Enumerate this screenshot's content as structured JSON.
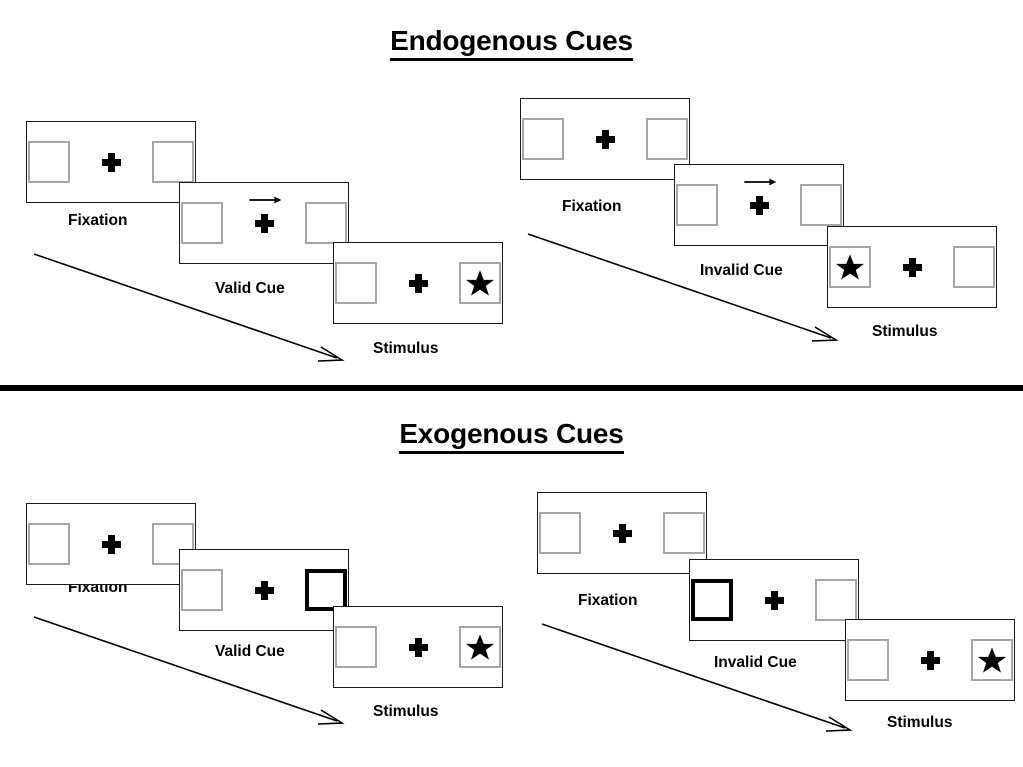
{
  "sections": [
    {
      "id": "endogenous",
      "title": "Endogenous Cues",
      "cue_type": "arrow",
      "columns": [
        {
          "id": "valid",
          "steps": [
            {
              "label": "Fixation",
              "left_box": "empty",
              "right_box": "empty",
              "cue": "none"
            },
            {
              "label": "Valid Cue",
              "left_box": "empty",
              "right_box": "empty",
              "cue": "arrow-right"
            },
            {
              "label": "Stimulus",
              "left_box": "empty",
              "right_box": "star",
              "cue": "none"
            }
          ]
        },
        {
          "id": "invalid",
          "steps": [
            {
              "label": "Fixation",
              "left_box": "empty",
              "right_box": "empty",
              "cue": "none"
            },
            {
              "label": "Invalid Cue",
              "left_box": "empty",
              "right_box": "empty",
              "cue": "arrow-right"
            },
            {
              "label": "Stimulus",
              "left_box": "star",
              "right_box": "empty",
              "cue": "none"
            }
          ]
        }
      ]
    },
    {
      "id": "exogenous",
      "title": "Exogenous Cues",
      "cue_type": "box-highlight",
      "columns": [
        {
          "id": "valid",
          "steps": [
            {
              "label": "Fixation",
              "left_box": "empty",
              "right_box": "empty",
              "cue": "none"
            },
            {
              "label": "Valid Cue",
              "left_box": "empty",
              "right_box": "cued",
              "cue": "highlight-right"
            },
            {
              "label": "Stimulus",
              "left_box": "empty",
              "right_box": "star",
              "cue": "none"
            }
          ]
        },
        {
          "id": "invalid",
          "steps": [
            {
              "label": "Fixation",
              "left_box": "empty",
              "right_box": "empty",
              "cue": "none"
            },
            {
              "label": "Invalid Cue",
              "left_box": "cued",
              "right_box": "empty",
              "cue": "highlight-left"
            },
            {
              "label": "Stimulus",
              "left_box": "empty",
              "right_box": "star",
              "cue": "none"
            }
          ]
        }
      ]
    }
  ],
  "icons": {
    "star": "star-icon",
    "fixation_cross": "fixation-cross-icon",
    "cue_arrow": "arrow-right-icon",
    "flow_arrow": "flow-arrow-icon"
  },
  "colors": {
    "stroke": "#1a1a1a",
    "box_border": "#a6a6a6",
    "cue_border": "#000000",
    "fill": "#ffffff",
    "divider": "#000000"
  }
}
